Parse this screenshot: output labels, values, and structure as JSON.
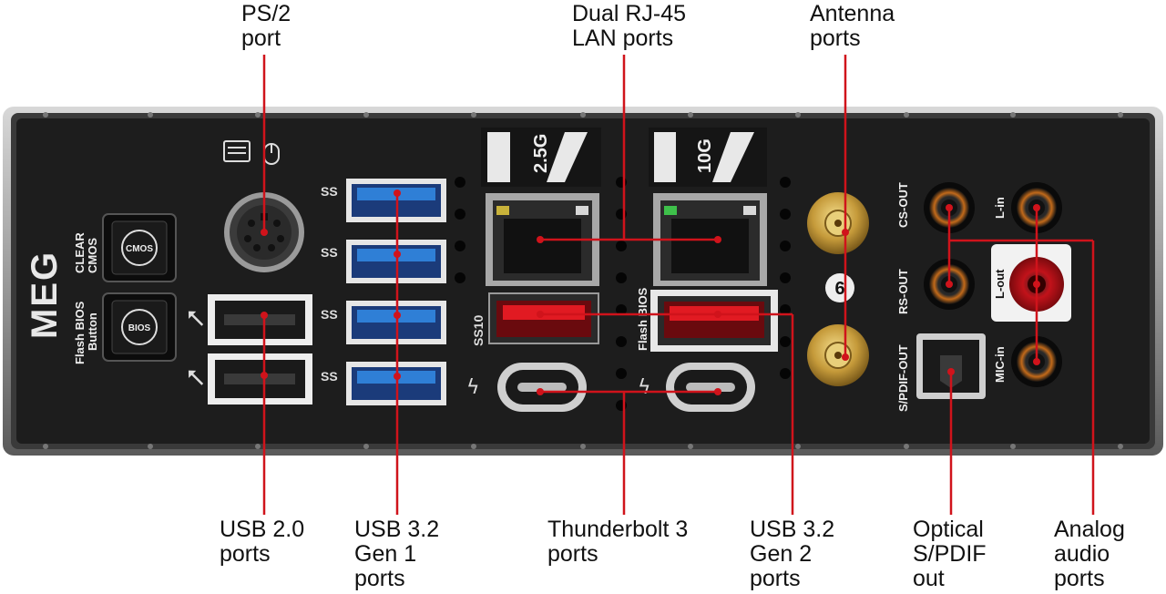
{
  "callouts": {
    "ps2": [
      "PS/2",
      "port"
    ],
    "lan": [
      "Dual RJ-45",
      "LAN ports"
    ],
    "antenna": [
      "Antenna",
      "ports"
    ],
    "usb20": [
      "USB 2.0",
      "ports"
    ],
    "usb32g1": [
      "USB 3.2",
      "Gen 1",
      "ports"
    ],
    "tb3": [
      "Thunderbolt 3",
      "ports"
    ],
    "usb32g2": [
      "USB 3.2",
      "Gen 2",
      "ports"
    ],
    "spdif": [
      "Optical",
      "S/PDIF",
      "out"
    ],
    "audio": [
      "Analog",
      "audio",
      "ports"
    ]
  },
  "panel": {
    "logo": "MEG",
    "clear_cmos_label": [
      "CLEAR",
      "CMOS"
    ],
    "flash_bios_label": [
      "Flash BIOS",
      "Button"
    ],
    "cmos_button_text": "CMOS",
    "bios_button_text": "BIOS",
    "lan_speed_left": "2.5G",
    "lan_speed_right": "10G",
    "flash_bios_port_label": "Flash BIOS",
    "ss10_label": "SS10",
    "ss_label": "SS",
    "wifi_label": "6",
    "audio_labels": {
      "cs_out": "CS-OUT",
      "rs_out": "RS-OUT",
      "spdif_out": "S/PDIF-OUT",
      "line_in": "L-in",
      "line_out": "L-out",
      "mic_in": "MIC-in"
    }
  },
  "colors": {
    "callout_line": "#d0131b",
    "usb3_blue": "#2f7fd6",
    "usb32g2_red": "#e11a22",
    "audio_red": "#d0131b",
    "panel": "#1c1c1c"
  }
}
